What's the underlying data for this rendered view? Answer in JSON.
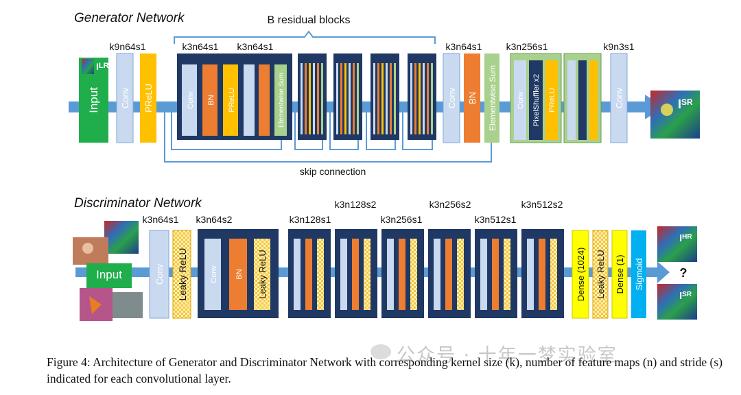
{
  "generator": {
    "title": "Generator Network",
    "residual_label": "B residual blocks",
    "skip_label": "skip connection",
    "input_label": "Input",
    "input_img_label": "I",
    "input_img_sup": "LR",
    "output_img_label": "I",
    "output_img_sup": "SR",
    "kernels": [
      "k9n64s1",
      "k3n64s1",
      "k3n64s1",
      "k3n64s1",
      "k3n256s1",
      "k9n3s1"
    ],
    "layers": {
      "conv": "Conv",
      "prelu": "PReLU",
      "bn": "BN",
      "esum": "Elementwise Sum",
      "pixelshuffler": "PixelShuffler x2"
    }
  },
  "discriminator": {
    "title": "Discriminator Network",
    "input_label": "Input",
    "kernels": [
      "k3n64s1",
      "k3n64s2",
      "k3n128s1",
      "k3n128s2",
      "k3n256s1",
      "k3n256s2",
      "k3n512s1",
      "k3n512s2"
    ],
    "layers": {
      "conv": "Conv",
      "leaky": "Leaky ReLU",
      "bn": "BN",
      "dense1024": "Dense (1024)",
      "dense1": "Dense (1)",
      "sigmoid": "Sigmoid"
    },
    "hr_label": "I",
    "hr_sup": "HR",
    "sr_label": "I",
    "sr_sup": "SR",
    "question": "?"
  },
  "caption": "Figure 4: Architecture of Generator and Discriminator Network with corresponding kernel size (k), number of feature maps (n) and stride (s) indicated for each convolutional layer.",
  "watermark": "公众号 · 十年一梦实验室",
  "colors": {
    "navy": "#1f3864",
    "conv": "#c9daf0",
    "bn": "#ed7d31",
    "prelu": "#ffc000",
    "green": "#a9d18e",
    "arrow": "#5b9bd5",
    "input": "#1fae4b",
    "yellow": "#ffff00",
    "sigmoid": "#00b0f0"
  }
}
